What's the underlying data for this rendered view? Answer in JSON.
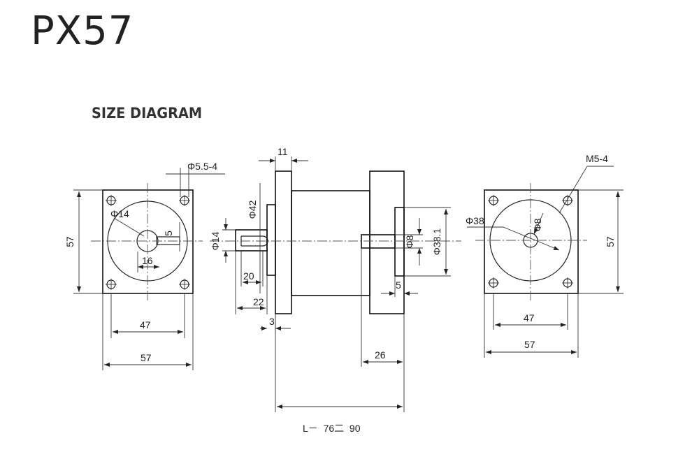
{
  "title": "PX57",
  "subtitle": "SIZE DIAGRAM",
  "front_view": {
    "height": "57",
    "hole_spec": "Φ5.5-4",
    "pilot_dia": "Φ14",
    "key_offset": "5",
    "key_width": "16",
    "hole_spacing": "47",
    "width": "57"
  },
  "side_view": {
    "flange_thickness": "11",
    "flange_dia": "Φ42",
    "shaft_dia": "Φ14",
    "shaft_key_len": "20",
    "shaft_len": "22",
    "pilot_len": "3",
    "input_shaft_dia": "Φ8",
    "input_pilot_dia": "Φ38.1",
    "input_pilot_depth": "5",
    "input_flange_len": "26",
    "length_formula": "L－  76二  90"
  },
  "rear_view": {
    "tap_spec": "M5-4",
    "bolt_circle": "Φ38",
    "bore_dia": "Φ8",
    "height": "57",
    "hole_spacing": "47",
    "width": "57"
  }
}
